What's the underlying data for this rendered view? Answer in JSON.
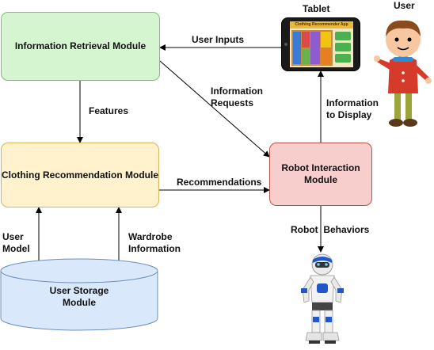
{
  "modules": {
    "info_retrieval": "Information Retrieval Module",
    "clothing_rec": "Clothing Recommendation Module",
    "robot_interaction": "Robot Interaction Module",
    "user_storage": "User Storage Module"
  },
  "edges": {
    "user_inputs": "User Inputs",
    "features": "Features",
    "information_requests": "Information\nRequests",
    "information_to_display": "Information\nto Display",
    "recommendations": "Recommendations",
    "robot_behaviors": "Robot  Behaviors",
    "user_model": "User\nModel",
    "wardrobe_information": "Wardrobe\nInformation"
  },
  "actors": {
    "tablet_label": "Tablet",
    "tablet_app_title": "Clothing Recommender App",
    "user_label": "User"
  },
  "colors": {
    "info_retrieval_fill": "#d5f5d0",
    "info_retrieval_stroke": "#7fbf6f",
    "clothing_rec_fill": "#fff2cc",
    "clothing_rec_stroke": "#d6b656",
    "robot_interaction_fill": "#f8cecc",
    "robot_interaction_stroke": "#b85450",
    "user_storage_fill": "#dae8fc",
    "user_storage_stroke": "#6c8ebf"
  }
}
